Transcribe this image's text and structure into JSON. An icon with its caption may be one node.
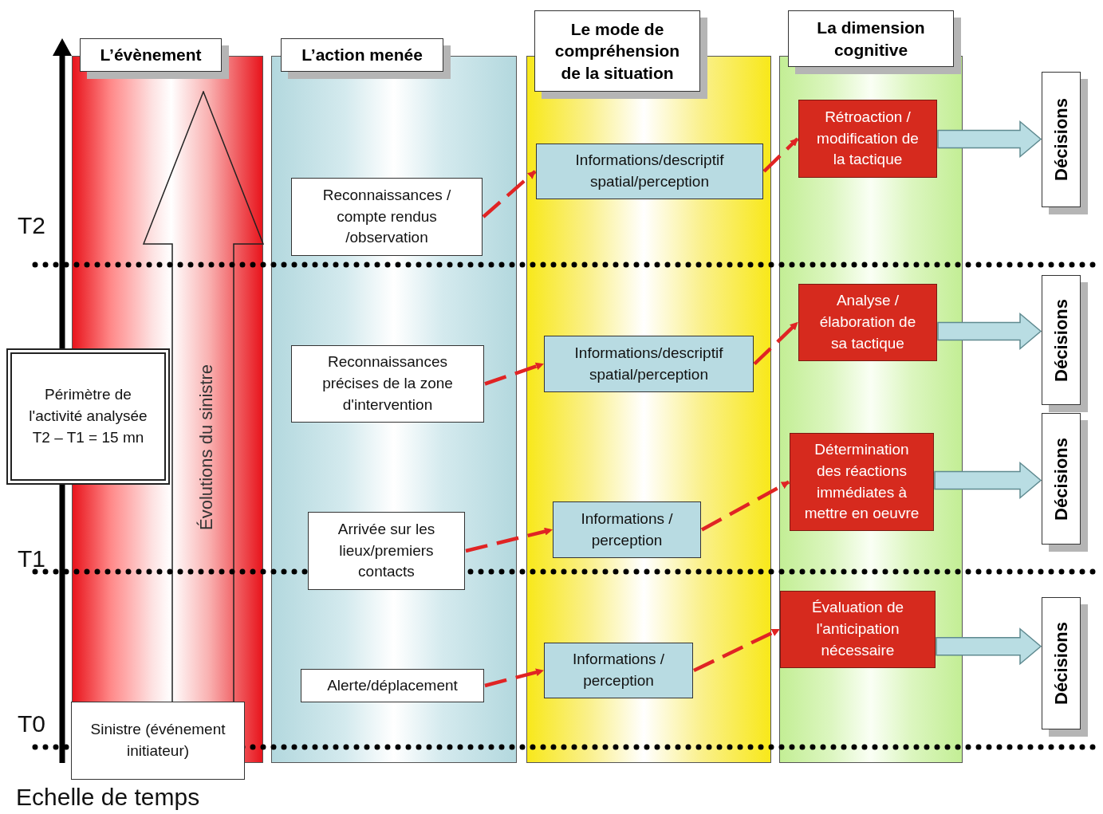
{
  "diagram": {
    "nodes": [
      {
        "text": [
          "L’évènement"
        ]
      },
      {
        "text": [
          "L’action menée"
        ]
      },
      {
        "text": [
          "Le mode de compréhension de la situation"
        ]
      },
      {
        "text": [
          "La dimension cognitive"
        ]
      },
      {
        "text": [],
        "shape": "box"
      },
      {
        "text": [],
        "shape": "box"
      },
      {
        "text": [],
        "shape": "box"
      },
      {
        "text": [],
        "shape": "box"
      },
      {
        "text": [
          "Évolutions du sinistre"
        ],
        "in": 4
      },
      {
        "text": [
          "Rétroaction / modification de la tactique"
        ],
        "in": 7
      },
      {
        "text": [
          "Décisions"
        ]
      },
      {
        "text": [
          "Informations/descriptif spatial/perception"
        ],
        "in": 6
      },
      {
        "text": [
          "Reconnaissances / compte rendus /observation"
        ],
        "in": 5
      },
      {
        "text": [
          "Analyse / élaboration de sa tactique"
        ],
        "in": 7
      },
      {
        "text": [
          "Décisions"
        ]
      },
      {
        "text": [
          "Périmètre de l'activité analysée T2 – T1 = 15 mn"
        ]
      },
      {
        "text": [
          "Reconnaissances précises de la zone d'intervention"
        ],
        "in": 5
      },
      {
        "text": [
          "Informations/descriptif spatial/perception"
        ],
        "in": 6
      },
      {
        "text": [
          "Détermination des réactions immédiates à mettre en oeuvre"
        ],
        "in": 7
      },
      {
        "text": [
          "Décisions"
        ]
      },
      {
        "text": [
          "Informations / perception"
        ],
        "in": 6
      },
      {
        "text": [
          "Arrivée sur les lieux/premiers contacts"
        ],
        "in": 5
      },
      {
        "text": [
          "Évaluation de l'anticipation nécessaire"
        ],
        "in": 7
      },
      {
        "text": [
          "Décisions"
        ]
      },
      {
        "text": [
          "Informations / perception"
        ],
        "in": 6
      },
      {
        "text": [
          "Alerte/déplacement"
        ],
        "in": 5
      },
      {
        "text": [
          "Sinistre (événement initiateur)"
        ]
      }
    ],
    "edges": [
      {
        "from": 12,
        "to": 11,
        "arrow": "to",
        "style": "dashed"
      },
      {
        "from": 11,
        "to": 9,
        "arrow": "to",
        "style": "dashed"
      },
      {
        "from": 9,
        "to": 10,
        "arrow": "to",
        "style": "thick",
        "color": "#b9dde3"
      },
      {
        "from": 16,
        "to": 17,
        "arrow": "to",
        "style": "dashed"
      },
      {
        "from": 17,
        "to": 13,
        "arrow": "to",
        "style": "dashed"
      },
      {
        "from": 13,
        "to": 14,
        "arrow": "to",
        "style": "thick",
        "color": "#b9dde3"
      },
      {
        "from": 21,
        "to": 20,
        "arrow": "to",
        "style": "dashed"
      },
      {
        "from": 20,
        "to": 18,
        "arrow": "to",
        "style": "dashed"
      },
      {
        "from": 18,
        "to": 19,
        "arrow": "to",
        "style": "thick",
        "color": "#b9dde3"
      },
      {
        "from": 25,
        "to": 24,
        "arrow": "to",
        "style": "dashed"
      },
      {
        "from": 24,
        "to": 22,
        "arrow": "to",
        "style": "dashed"
      },
      {
        "from": 22,
        "to": 23,
        "arrow": "to",
        "style": "thick",
        "color": "#b9dde3"
      }
    ],
    "labels": [
      "T2",
      "T1",
      "T0",
      "Echelle de temps"
    ]
  }
}
